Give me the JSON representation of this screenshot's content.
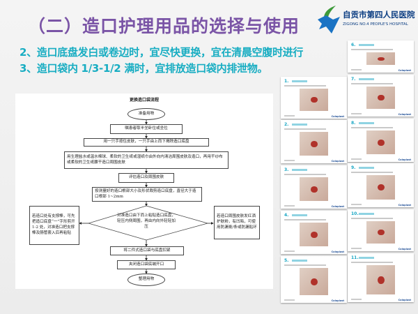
{
  "header": {
    "title": "（二）造口护理用品的选择与使用",
    "lines": [
      "2、造口底盘发白或卷边时，宜尽快更换，宜在清晨空腹时进行",
      "3、造口袋内 1/3-1/2 满时，宜排放造口袋内排泄物。"
    ]
  },
  "logo": {
    "name_cn": "自贡市第四人民医院",
    "name_en": "ZIGONG NO.4 PEOPLE'S HOSPITAL",
    "color": "#0b3d82"
  },
  "flowchart": {
    "title": "更换造口袋流程",
    "steps": {
      "start": "准备用物",
      "s1": "嘱患者取半坐卧位或坐位",
      "s2": "用一只手按住皮肤，一只手由上而下揭除造口底盘",
      "s3": "用生理盐水或温水棉球、柔软的卫生纸或湿纸巾由外向内清洁周围皮肤及造口，再用干纱布或柔软的卫生纸蘸干造口周围皮肤",
      "s4": "评估造口及周围皮肤",
      "s5": "按测量好的造口根部大小及形状裁剪造口底盘，直径大于造口根部 1~2mm",
      "decision": "对准造口由下而上粘贴造口底盘，轻压内侧周围，再由内向外轻轻加压",
      "left": "若造口处有支撑棒，可先把造口底盘“一”字形剪开1-2 处，对准造口把支撑棒及肠管套入后再粘贴",
      "right": "若造口周围皮肤发红洒护肤粉，有凹陷，可使用防漏膏/条或防漏贴环",
      "s6": "将二件式造口袋与底盘扣紧",
      "s7": "夹闭造口袋底端开口",
      "end": "整理用物"
    }
  },
  "cards": [
    {
      "num": "1."
    },
    {
      "num": "2."
    },
    {
      "num": "3."
    },
    {
      "num": "4."
    },
    {
      "num": "5."
    },
    {
      "num": "6."
    },
    {
      "num": "7."
    },
    {
      "num": "8."
    },
    {
      "num": "9."
    },
    {
      "num": "10."
    },
    {
      "num": "11."
    }
  ],
  "card_brand": "Coloplast",
  "colors": {
    "title": "#7a54a6",
    "body": "#18adc2"
  }
}
